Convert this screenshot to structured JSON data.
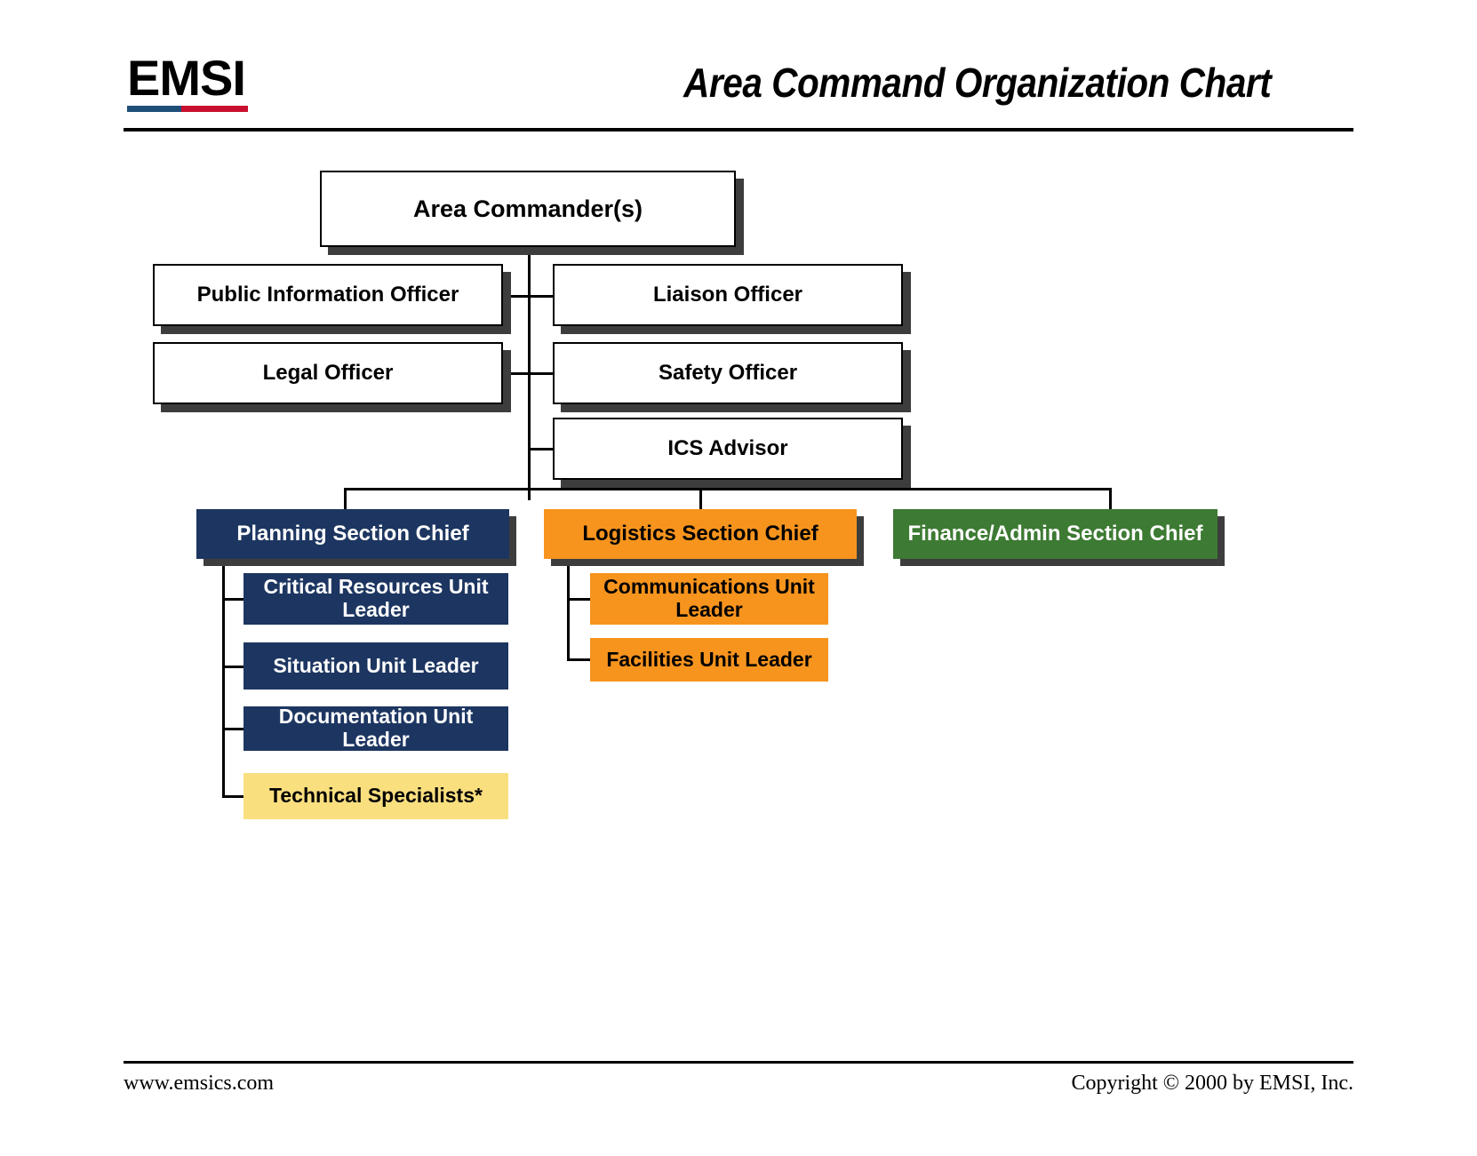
{
  "header": {
    "logo": "EMSI",
    "title": "Area Command Organization Chart"
  },
  "footer": {
    "website": "www.emsics.com",
    "copyright": "Copyright © 2000 by EMSI, Inc."
  },
  "colors": {
    "navy": "#1d3661",
    "orange": "#f7941e",
    "green": "#3d7a33",
    "yellow": "#fadf7f",
    "logo_blue": "#1f4e79",
    "logo_red": "#c8102e",
    "shadow": "#3d3d3d"
  },
  "chart_data": {
    "type": "org-chart",
    "title": "Area Command Organization Chart",
    "nodes": {
      "commander": "Area Commander(s)",
      "public_information_officer": "Public Information Officer",
      "liaison_officer": "Liaison Officer",
      "legal_officer": "Legal Officer",
      "safety_officer": "Safety Officer",
      "ics_advisor": "ICS Advisor",
      "planning_section_chief": "Planning Section Chief",
      "logistics_section_chief": "Logistics Section Chief",
      "finance_admin_section_chief": "Finance/Admin Section Chief",
      "critical_resources_unit_leader": "Critical Resources Unit Leader",
      "situation_unit_leader": "Situation Unit Leader",
      "documentation_unit_leader": "Documentation Unit Leader",
      "technical_specialists": "Technical Specialists*",
      "communications_unit_leader": "Communications Unit Leader",
      "facilities_unit_leader": "Facilities Unit Leader"
    },
    "hierarchy": [
      {
        "label": "Area Commander(s)",
        "style": "white",
        "children": [
          {
            "label": "Public Information Officer",
            "style": "white"
          },
          {
            "label": "Liaison Officer",
            "style": "white"
          },
          {
            "label": "Legal Officer",
            "style": "white"
          },
          {
            "label": "Safety Officer",
            "style": "white"
          },
          {
            "label": "ICS Advisor",
            "style": "white"
          },
          {
            "label": "Planning Section Chief",
            "style": "navy",
            "children": [
              {
                "label": "Critical Resources Unit Leader",
                "style": "navy"
              },
              {
                "label": "Situation Unit Leader",
                "style": "navy"
              },
              {
                "label": "Documentation Unit Leader",
                "style": "navy"
              },
              {
                "label": "Technical Specialists*",
                "style": "yellow"
              }
            ]
          },
          {
            "label": "Logistics Section Chief",
            "style": "orange",
            "children": [
              {
                "label": "Communications Unit Leader",
                "style": "orange"
              },
              {
                "label": "Facilities Unit Leader",
                "style": "orange"
              }
            ]
          },
          {
            "label": "Finance/Admin Section Chief",
            "style": "green",
            "children": []
          }
        ]
      }
    ]
  }
}
